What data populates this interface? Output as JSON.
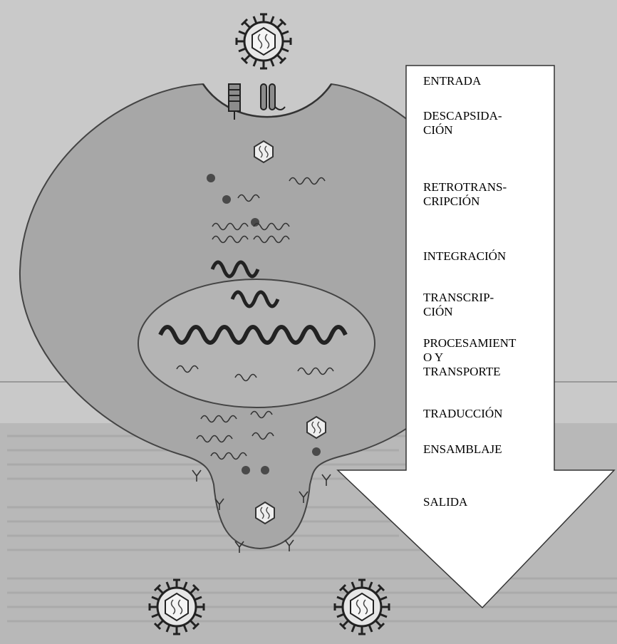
{
  "diagram": {
    "stages": [
      "ENTRADA",
      "DESCAPSIDA-\nCIÓN",
      "RETROTRANS-\nCRIPCIÓN",
      "INTEGRACIÓN",
      "TRANSCRIP-\nCIÓN",
      "PROCESAMIENT\nO Y\nTRANSPORTE",
      "TRADUCCIÓN",
      "ENSAMBLAJE",
      "SALIDA"
    ]
  },
  "colors": {
    "page_background": "#c9c9c9",
    "cell_fill": "#a7a7a7",
    "nucleus_fill": "#b4b4b4",
    "rna_strand": "#333333",
    "dna_strand": "#222222",
    "dot": "#4a4a4a",
    "arrow_fill": "#ffffff"
  }
}
